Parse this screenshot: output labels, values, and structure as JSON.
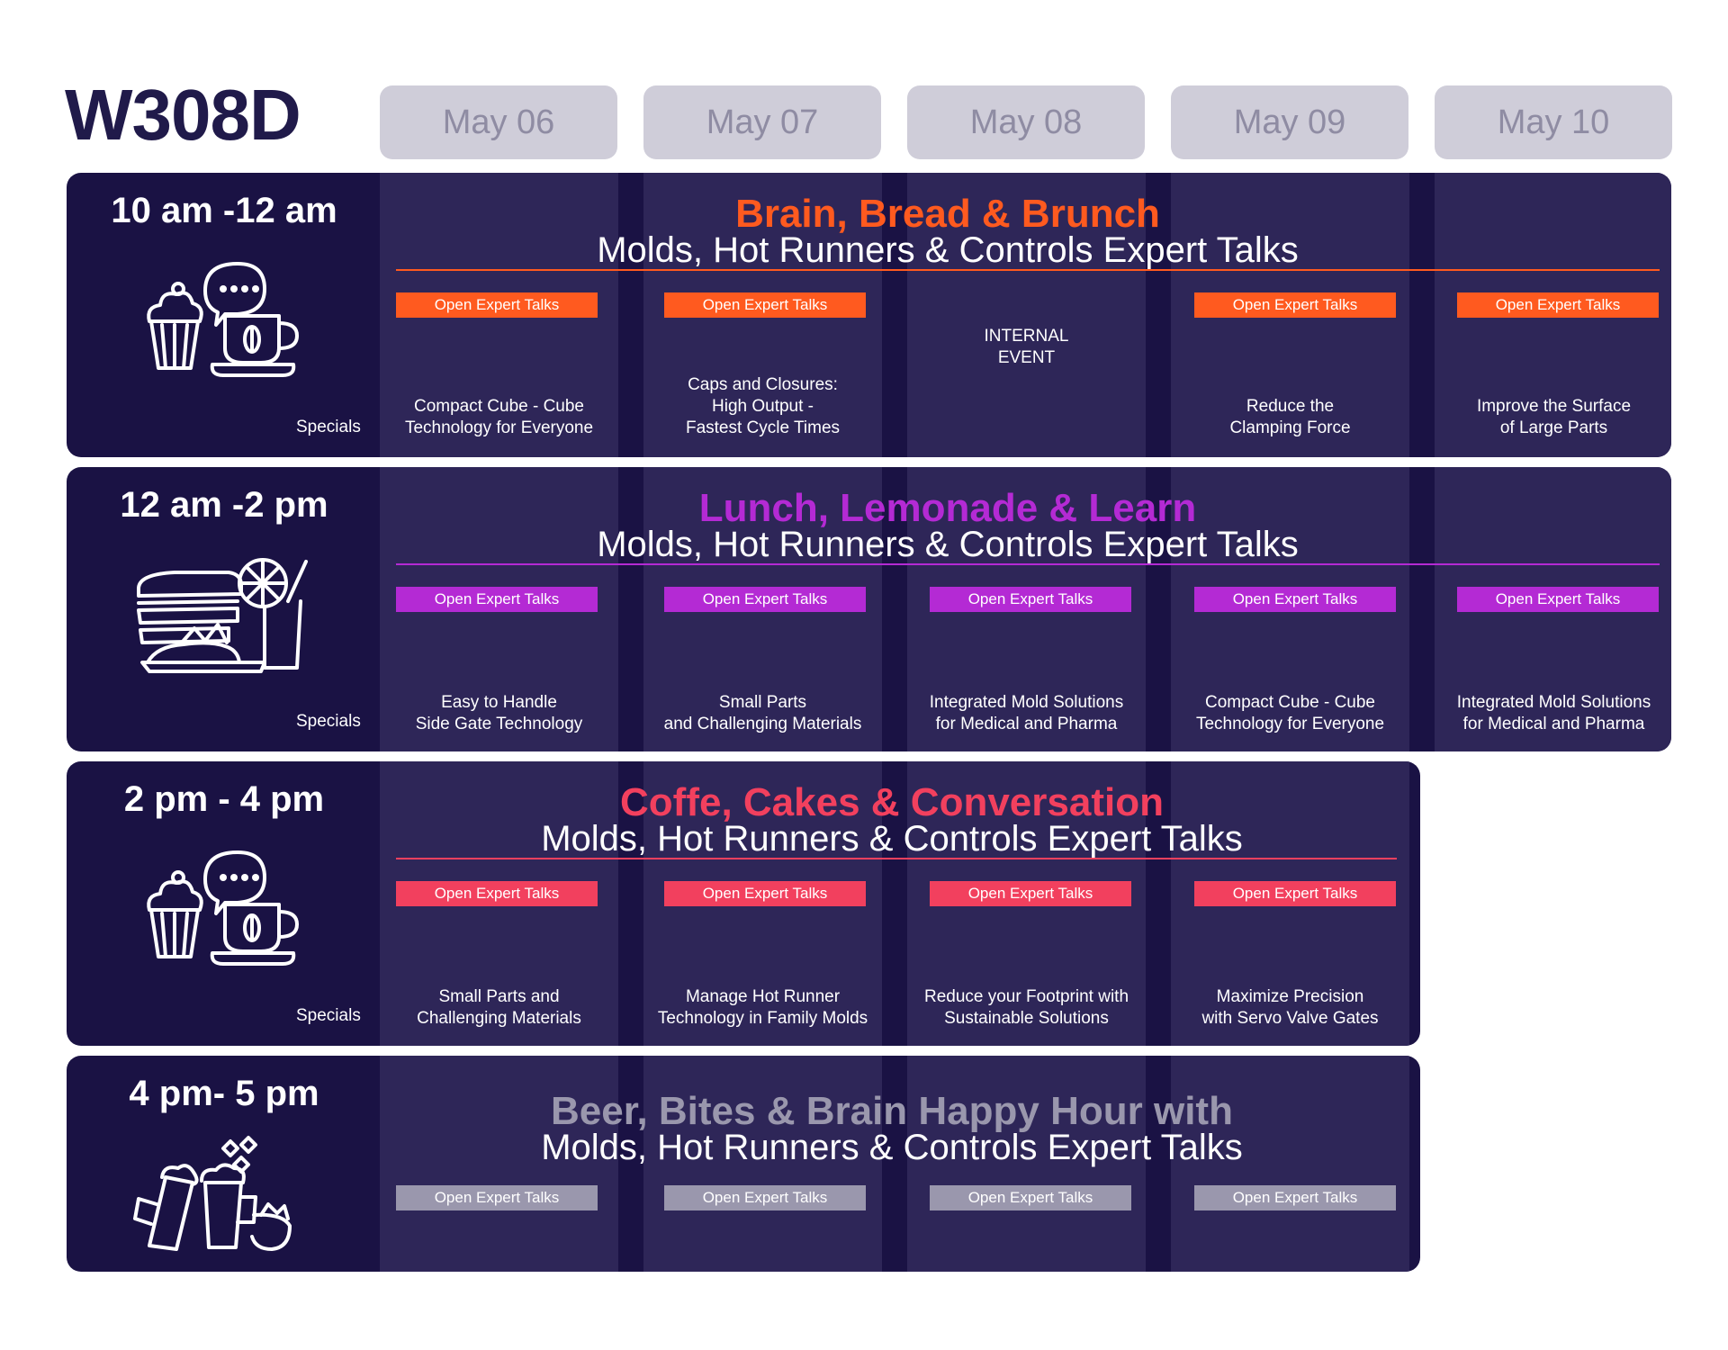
{
  "room": "W308D",
  "dates": [
    "May 06",
    "May 07",
    "May 08",
    "May 09",
    "May 10"
  ],
  "colors": {
    "background": "#1a1244",
    "column": "#2e2658",
    "header_tab": "#cfcdd9",
    "orange": "#ff5a1f",
    "purple": "#b42ad4",
    "red": "#f2405e",
    "gray": "#9a97ad"
  },
  "rows": [
    {
      "time": "10 am -12 am",
      "icon": "coffee-cupcake-icon",
      "specials": "Specials",
      "title": "Brain, Bread & Brunch",
      "subtitle": "Molds, Hot Runners & Controls Expert Talks",
      "cells": [
        {
          "tag": "Open Expert Talks",
          "text": "Compact Cube - Cube\nTechnology for Everyone"
        },
        {
          "tag": "Open Expert Talks",
          "text": "Caps and Closures:\nHigh Output -\nFastest Cycle Times"
        },
        {
          "tag": "",
          "text": "INTERNAL\nEVENT"
        },
        {
          "tag": "Open Expert Talks",
          "text": "Reduce the\nClamping Force"
        },
        {
          "tag": "Open Expert Talks",
          "text": "Improve the Surface\nof Large Parts"
        }
      ]
    },
    {
      "time": "12 am -2 pm",
      "icon": "sandwich-lemonade-icon",
      "specials": "Specials",
      "title": "Lunch, Lemonade & Learn",
      "subtitle": "Molds, Hot Runners & Controls Expert Talks",
      "cells": [
        {
          "tag": "Open Expert Talks",
          "text": "Easy to Handle\nSide Gate Technology"
        },
        {
          "tag": "Open Expert Talks",
          "text": "Small Parts\nand  Challenging Materials"
        },
        {
          "tag": "Open Expert Talks",
          "text": "Integrated Mold Solutions\nfor Medical and Pharma"
        },
        {
          "tag": "Open Expert Talks",
          "text": "Compact Cube - Cube\nTechnology for Everyone"
        },
        {
          "tag": "Open Expert Talks",
          "text": "Integrated Mold Solutions\nfor Medical and Pharma"
        }
      ]
    },
    {
      "time": "2 pm - 4 pm",
      "icon": "coffee-cupcake-icon",
      "specials": "Specials",
      "title": "Coffe, Cakes & Conversation",
      "subtitle": "Molds, Hot Runners & Controls Expert Talks",
      "cells": [
        {
          "tag": "Open Expert Talks",
          "text": "Small Parts and\nChallenging Materials"
        },
        {
          "tag": "Open Expert Talks",
          "text": "Manage Hot Runner\nTechnology in Family Molds"
        },
        {
          "tag": "Open Expert Talks",
          "text": "Reduce your Footprint with\nSustainable Solutions"
        },
        {
          "tag": "Open Expert Talks",
          "text": "Maximize Precision\nwith Servo Valve Gates"
        }
      ]
    },
    {
      "time": "4 pm- 5 pm",
      "icon": "beer-snacks-icon",
      "title": "Beer, Bites & Brain Happy Hour with",
      "subtitle": "Molds, Hot Runners & Controls Expert Talks",
      "cells": [
        {
          "tag": "Open Expert Talks",
          "text": ""
        },
        {
          "tag": "Open Expert Talks",
          "text": ""
        },
        {
          "tag": "Open Expert Talks",
          "text": ""
        },
        {
          "tag": "Open Expert Talks",
          "text": ""
        }
      ]
    }
  ]
}
